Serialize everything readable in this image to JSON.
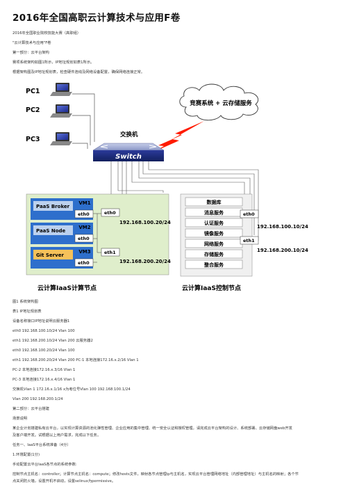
{
  "page": {
    "title": "2016年全国高职云计算技术与应用F卷",
    "intro": [
      "2016年全国职业院校技能大赛（高职组）",
      "\"云计算技术与应用\"F卷",
      "第一部分：云平台架构",
      "赛项系统架构如图1所示，IP地址规划如表1所示。",
      "根据架构图及IP地址规划表，检查硬件连线及网络设备配置，确保网络连接正常。"
    ],
    "body": [
      "图1 系统架构图",
      "表1 IP地址规划表",
      "设备名称接口IP地址说明云服务器1",
      "eth0 192.168.100.10/24 Vlan 100",
      "eth1 192.168.200.10/24 Vlan 200 云服务器2",
      "eth0 192.168.100.20/24 Vlan 100",
      "eth1 192.168.200.20/24 Vlan 200 PC-1 本地连接172.16.x.2/16 Vlan 1",
      "PC-2 本地连接172.16.x.3/16 Vlan 1",
      "PC-3 本地连接172.16.x.4/16 Vlan 1",
      "交换机Vlan 1 172.16.x.1/16 x为考位号Vlan 100 192.168.100.1/24",
      "Vlan 200 192.168.200.1/24",
      "第二部分：云平台搭建",
      "场景说明",
      "某企业计划搭建私有云平台，以实现计算资源的池化弹性管理、企业应用的集中管理、统一安全认证和授权管理。请完成云平台架构的设计、系统部署、云存储网盘web开发",
      "及客户端开发。试根据以上用户需求，完成以下任务。",
      "任务一、IaaS平台系统准备（4分）",
      "1.环境配置(1分)",
      "手动配置云平台IaaS各节点的系统参数:",
      "控制节点主机名：controller；计算节点主机名：compute；修改hosts文件，映射各节点管理ip与主机名，实现云平台管理网络地址（内部管理地址）与主机名的映射；各个节",
      "点关闭防火墙，设置开机不启动，设置selinux为permissive。"
    ]
  },
  "diagram": {
    "pcs": [
      "PC1",
      "PC2",
      "PC3"
    ],
    "cloud_label": "竞赛系统 + 云存储服务",
    "switch_caption": "交换机",
    "switch_text": "Switch",
    "compute": {
      "vms": [
        "VM1",
        "VM2",
        "VM3"
      ],
      "services": [
        "PaaS Broker",
        "PaaS Node",
        "Git Server"
      ],
      "eth0": "eth0",
      "eth1": "eth1",
      "ip100": "192.168.100.20/24",
      "ip200": "192.168.200.20/24",
      "caption": "云计算IaaS计算节点"
    },
    "control": {
      "services": [
        "数据库",
        "消息服务",
        "认证服务",
        "镜像服务",
        "网络服务",
        "存储服务",
        "整合服务"
      ],
      "eth0": "eth0",
      "eth1": "eth1",
      "ip100": "192.168.100.10/24",
      "ip200": "192.168.200.10/24",
      "caption": "云计算IaaS控制节点"
    }
  },
  "colors": {
    "compute_bg": "#dfeecb",
    "vm_box": "#2e6fcc",
    "service_blue": "#bcd1ee",
    "service_orange": "#f6c15a",
    "control_bg": "#f0f0f0",
    "eth_box": "#ffffff",
    "lightning": "#ff1b00"
  }
}
